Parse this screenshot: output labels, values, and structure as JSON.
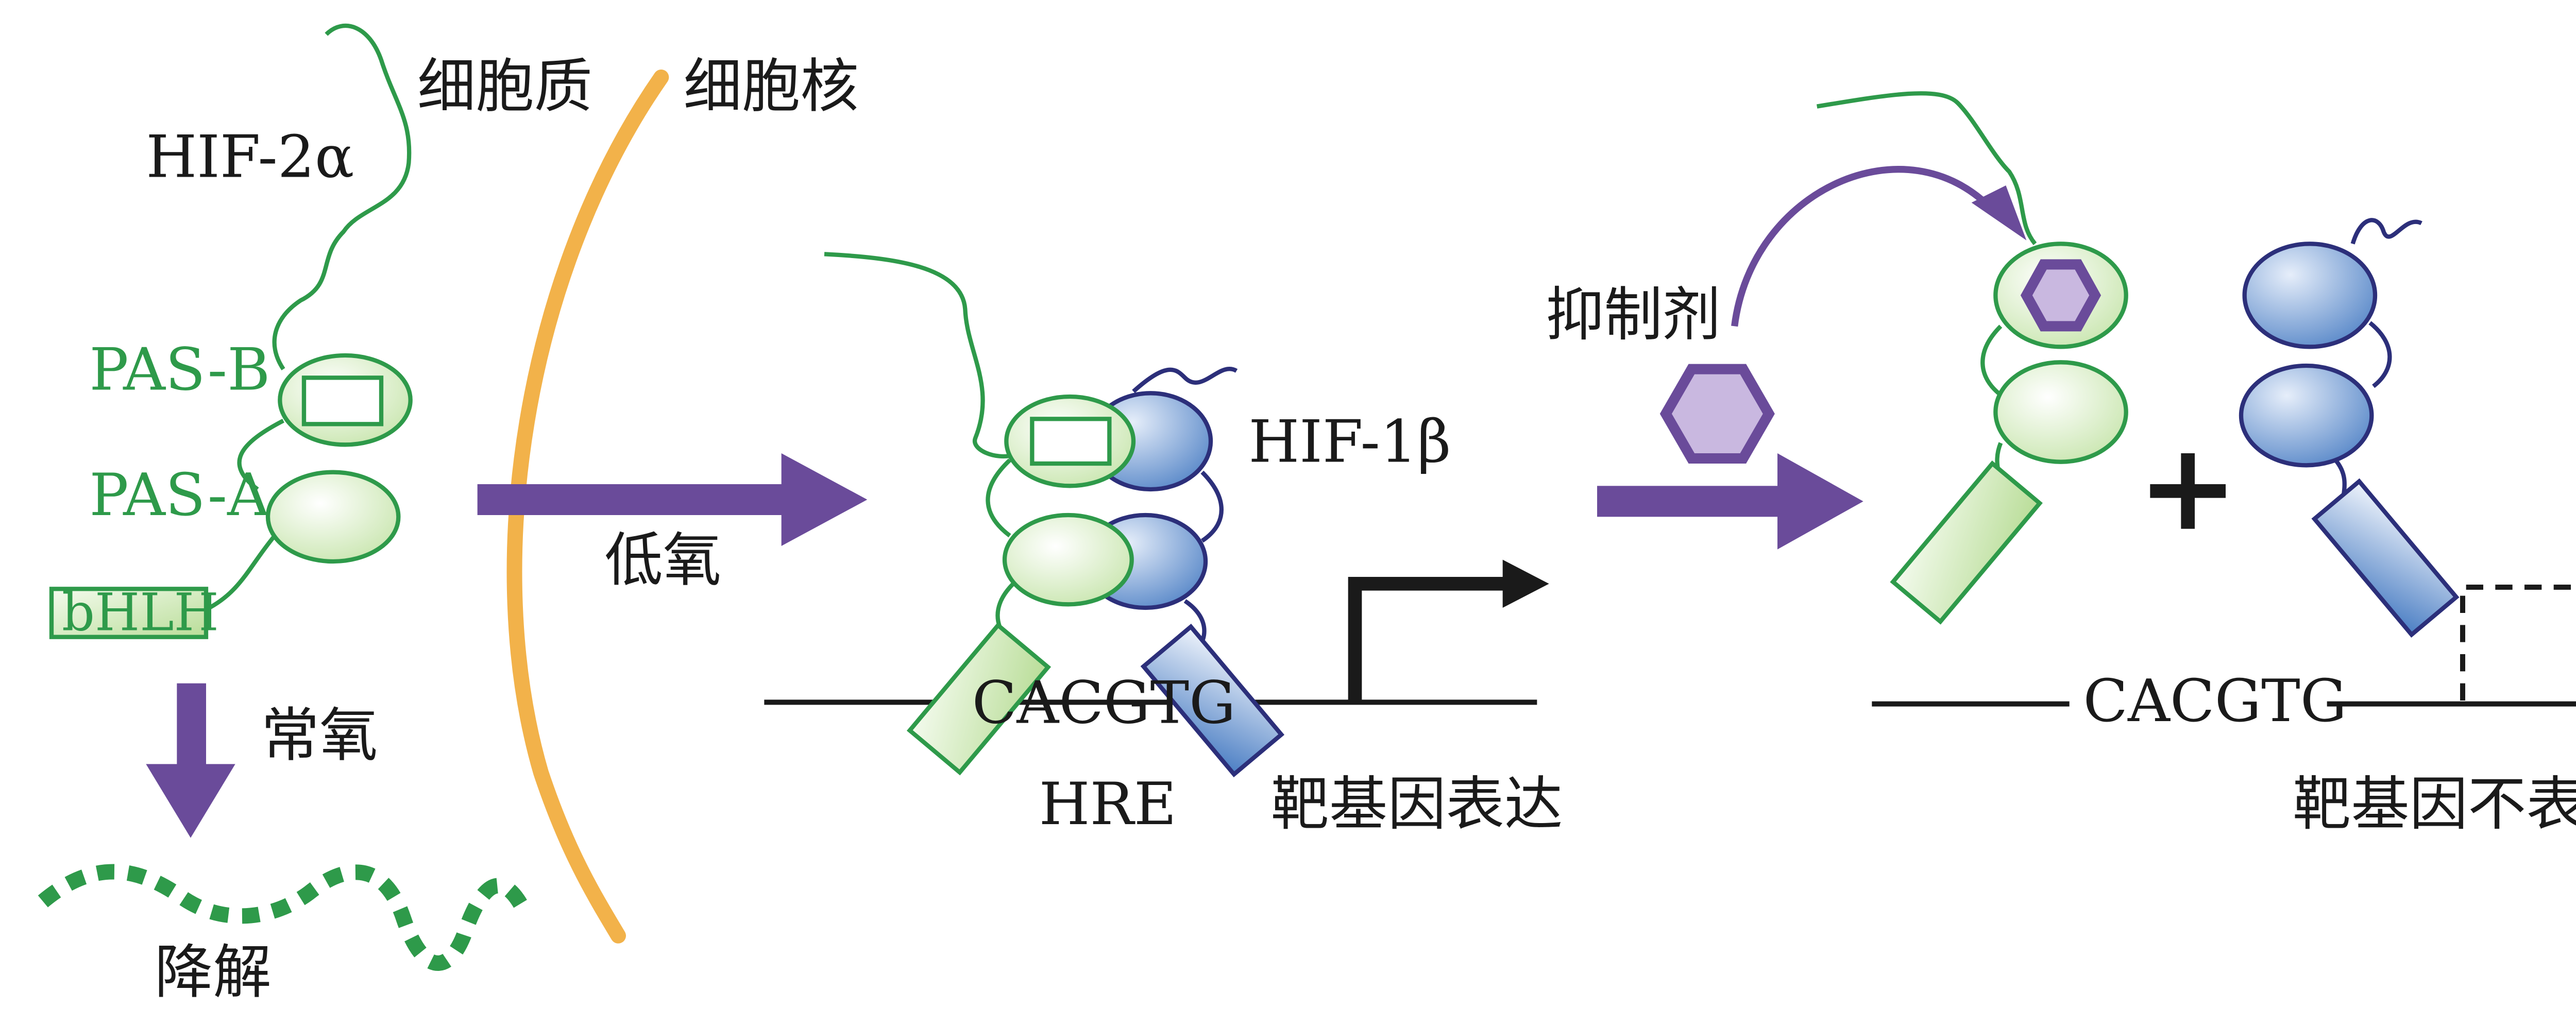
{
  "labels": {
    "cytoplasm": "细胞质",
    "nucleus": "细胞核",
    "hif2a": "HIF-2α",
    "pas_b": "PAS-B",
    "pas_a": "PAS-A",
    "bhlh": "bHLH",
    "normoxia": "常氧",
    "degradation": "降解",
    "hypoxia": "低氧",
    "hif1b": "HIF-1β",
    "hre_seq_1": "CACGTG",
    "hre": "HRE",
    "target_expressed": "靶基因表达",
    "inhibitor": "抑制剂",
    "hre_seq_2": "CACGTG",
    "target_not_expressed": "靶基因不表达"
  },
  "colors": {
    "green_stroke": "#2e9a4a",
    "green_fill": "#d9efc4",
    "blue_stroke": "#2c2f7a",
    "blue_fill": "#6f9fd6",
    "purple": "#6a4b9a",
    "purple_light": "#c9b8e0",
    "membrane": "#f2b24a",
    "black": "#1a1a1a"
  }
}
